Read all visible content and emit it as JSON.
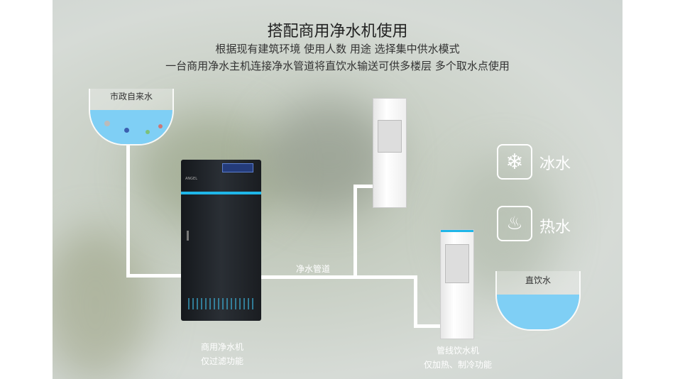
{
  "header": {
    "title": "搭配商用净水机使用",
    "line1": "根据现有建筑环境 使用人数 用途  选择集中供水模式",
    "line2": "一台商用净水主机连接净水管道将直饮水输送可供多楼层  多个取水点使用"
  },
  "source": {
    "label": "市政自来水"
  },
  "pipe": {
    "label": "净水管道"
  },
  "machine": {
    "name": "商用净水机",
    "desc": "仅过滤功能"
  },
  "dispenser": {
    "name": "管线饮水机",
    "desc": "仅加热、制冷功能"
  },
  "features": [
    {
      "icon": "snowflake-icon",
      "label": "冰水"
    },
    {
      "icon": "steam-icon",
      "label": "热水"
    }
  ],
  "output": {
    "label": "直饮水"
  },
  "colors": {
    "water": "#7fcff5",
    "accent": "#1fb6e8",
    "machine": "#1d2126"
  }
}
